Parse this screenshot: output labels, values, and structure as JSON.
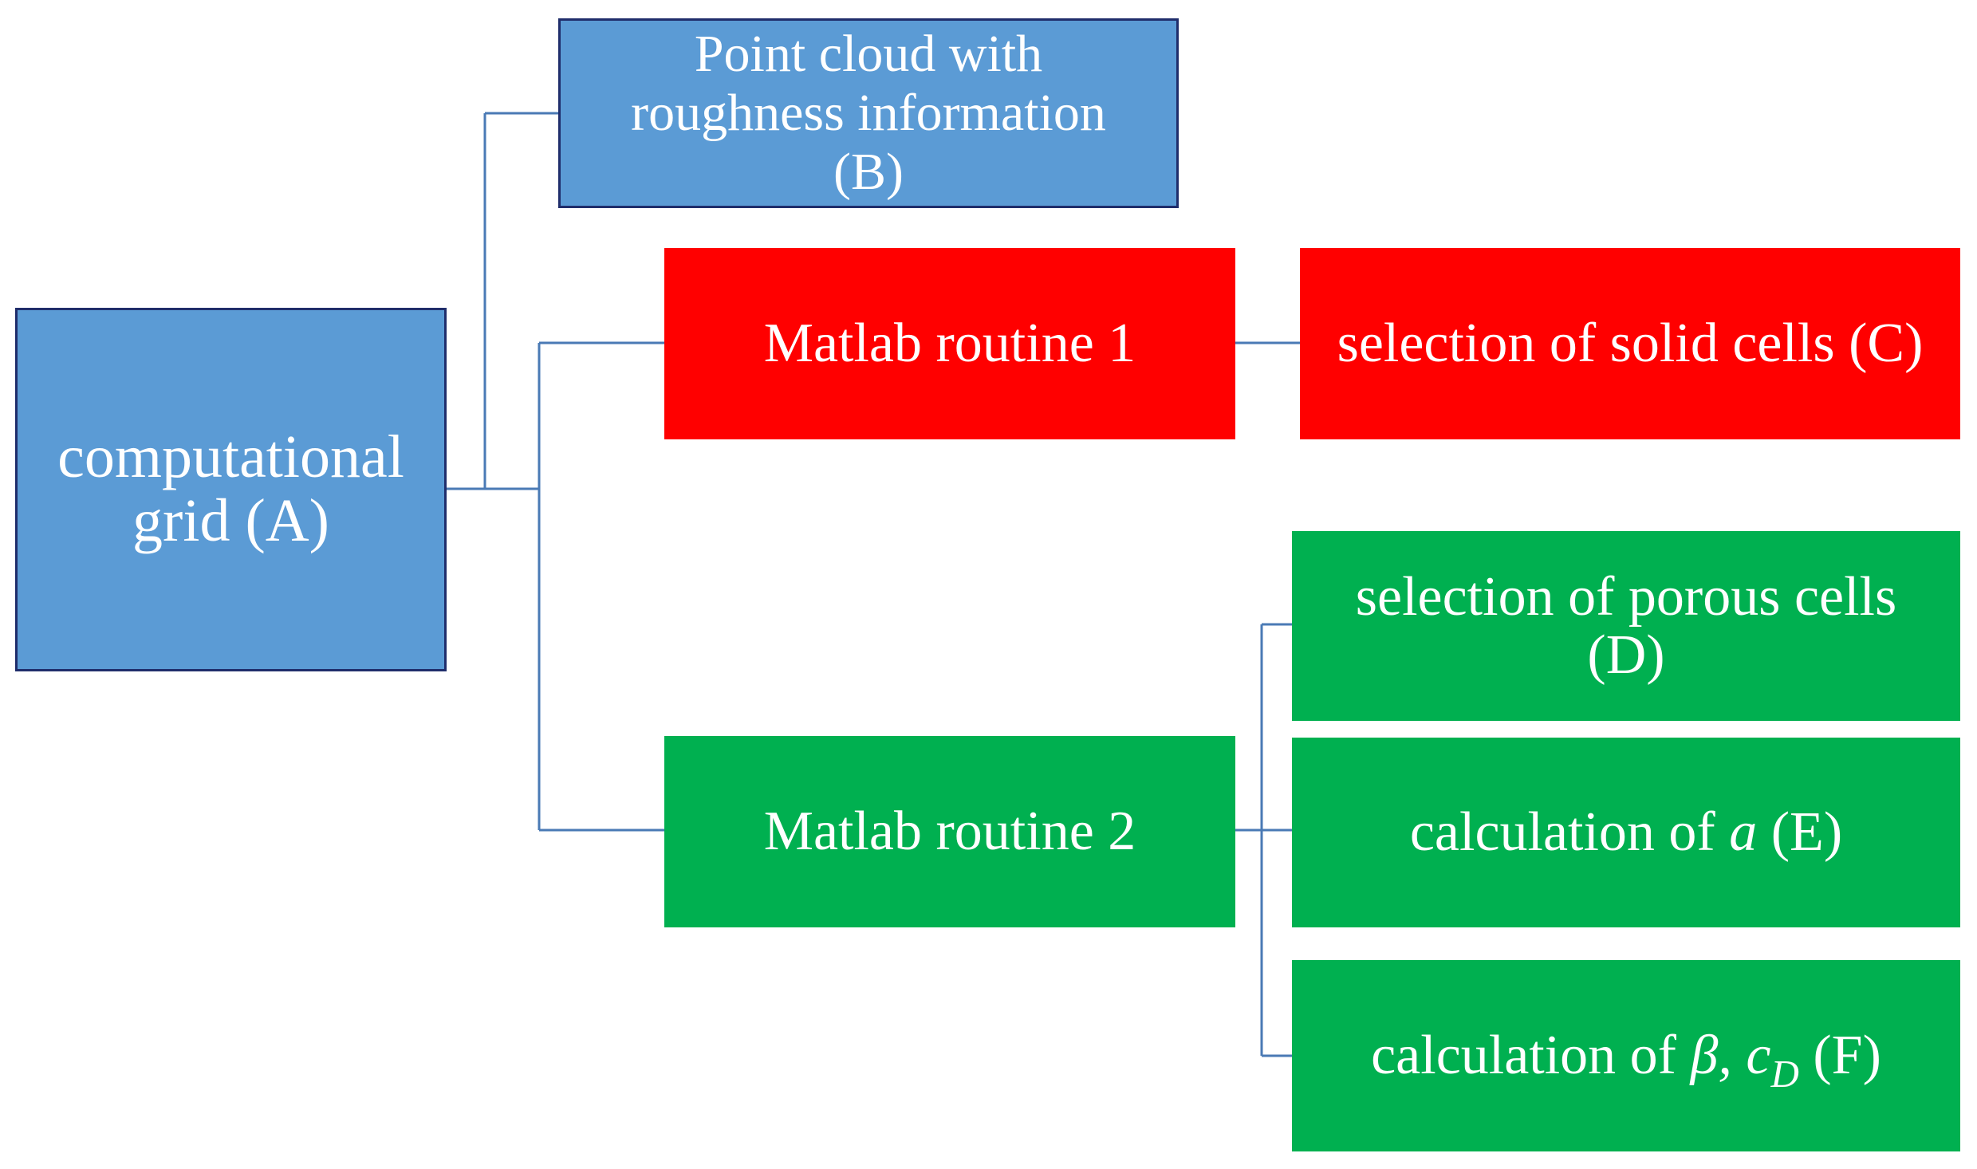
{
  "nodes": {
    "A": {
      "line1": "computational",
      "line2": "grid (A)"
    },
    "B": {
      "line1": "Point cloud with",
      "line2": "roughness information",
      "line3": "(B)"
    },
    "routine1": {
      "label": "Matlab routine 1"
    },
    "C": {
      "label": "selection of solid cells (C)"
    },
    "routine2": {
      "label": "Matlab routine 2"
    },
    "D": {
      "line1": "selection of porous cells",
      "line2": "(D)"
    },
    "E": {
      "prefix": "calculation of ",
      "symbol": "a",
      "suffix": " (E)"
    },
    "F": {
      "prefix": "calculation of ",
      "symbol1": "β, c",
      "subscript": "D",
      "suffix": " (F)"
    }
  },
  "colors": {
    "blue": "#5b9bd5",
    "blue_border": "#1f2d6b",
    "red": "#ff0000",
    "green": "#00b050",
    "connector": "#4a7ab5"
  }
}
